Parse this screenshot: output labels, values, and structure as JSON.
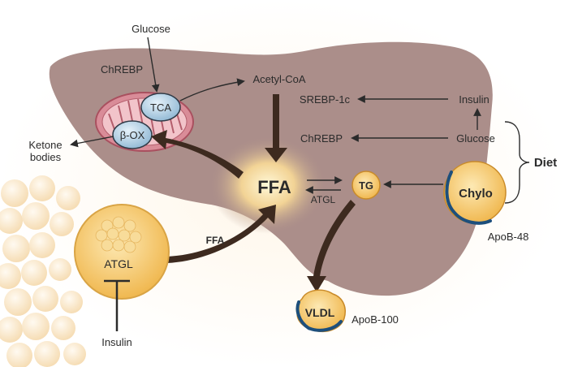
{
  "labels": {
    "glucose_top": "Glucose",
    "chrebp_top": "ChREBP",
    "acetyl_coa": "Acetyl-CoA",
    "tca": "TCA",
    "beta_ox": "β-OX",
    "ketone": "Ketone",
    "bodies": "bodies",
    "srebp1c": "SREBP-1c",
    "insulin_right": "Insulin",
    "glucose_right": "Glucose",
    "chrebp_mid": "ChREBP",
    "diet": "Diet",
    "ffa_center": "FFA",
    "tg": "TG",
    "atgl_mid": "ATGL",
    "chylo": "Chylo",
    "apob48": "ApoB-48",
    "ffa_arrow": "FFA",
    "atgl_cell": "ATGL",
    "insulin_bottom": "Insulin",
    "vldl": "VLDL",
    "apob100": "ApoB-100"
  },
  "colors": {
    "liver": "#ab8e8a",
    "arrow_dark": "#3d2a1f",
    "fat_cell": "#f2c36a",
    "mito": "#d98c98",
    "enzyme": "#b9d4e6",
    "apo_line": "#1d4f7c"
  }
}
